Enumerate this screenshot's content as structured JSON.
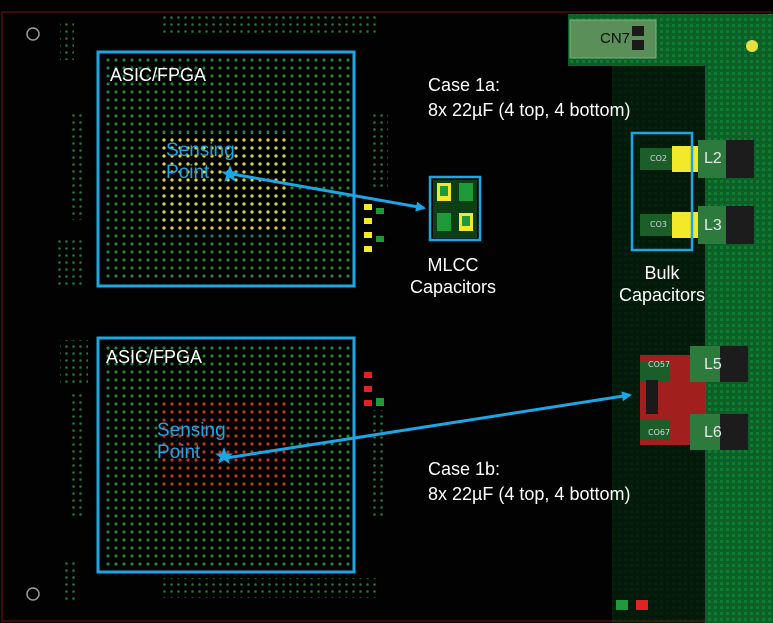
{
  "diagram": {
    "top_chip_label": "ASIC/FPGA",
    "bottom_chip_label": "ASIC/FPGA",
    "sensing_top": [
      "Sensing",
      "Point"
    ],
    "sensing_bottom": [
      "Sensing",
      "Point"
    ],
    "case_1a": [
      "Case 1a:",
      "8x 22µF (4 top, 4 bottom)"
    ],
    "case_1b": [
      "Case 1b:",
      "8x 22µF (4 top, 4 bottom)"
    ],
    "mlcc_label": [
      "MLCC",
      "Capacitors"
    ],
    "bulk_label": [
      "Bulk",
      "Capacitors"
    ],
    "connector": "CN7",
    "inductors": [
      "L2",
      "L3",
      "L5",
      "L6"
    ],
    "cap_refs": [
      "CO2",
      "CO3",
      "CO57",
      "CO67"
    ]
  },
  "colors": {
    "outline": "#1ba6e6",
    "arrow": "#1ba6e6",
    "pcb_green": "#0f6b2a",
    "pad_green": "#1f9a3a",
    "pad_yellow": "#f2e92a",
    "pad_red": "#e02222"
  }
}
